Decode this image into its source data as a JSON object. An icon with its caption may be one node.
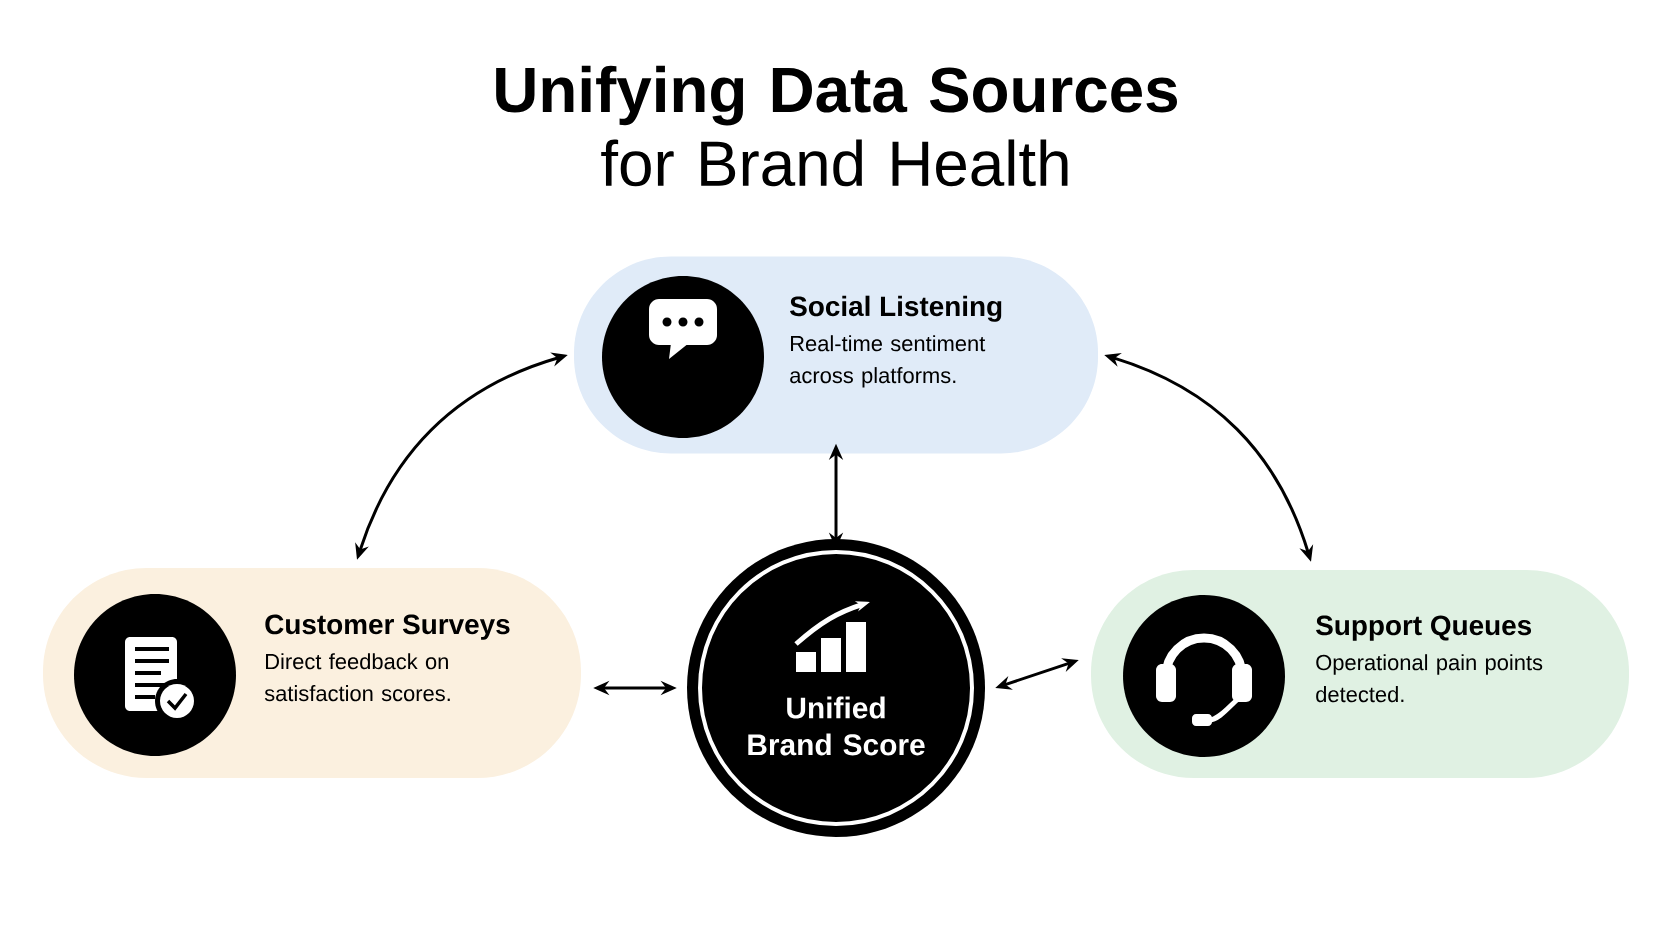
{
  "diagram": {
    "title": "**Unifying Data Sources** for Brand Health",
    "nodes": [
      {
        "text": [
          "Social Listening",
          "Real-time sentiment across platforms."
        ]
      },
      {
        "text": [
          "Customer Surveys",
          "Direct feedback on satisfaction scores."
        ]
      },
      {
        "text": [
          "Unified Brand Score"
        ]
      },
      {
        "text": [
          "Support Queues",
          "Operational pain points detected."
        ]
      }
    ],
    "edges": [
      {
        "from": 0,
        "to": 1,
        "arrow": "both"
      },
      {
        "from": 0,
        "to": 2,
        "arrow": "both"
      },
      {
        "from": 0,
        "to": 3,
        "arrow": "both"
      },
      {
        "from": 1,
        "to": 2,
        "arrow": "both"
      },
      {
        "from": 2,
        "to": 3,
        "arrow": "both"
      }
    ]
  }
}
